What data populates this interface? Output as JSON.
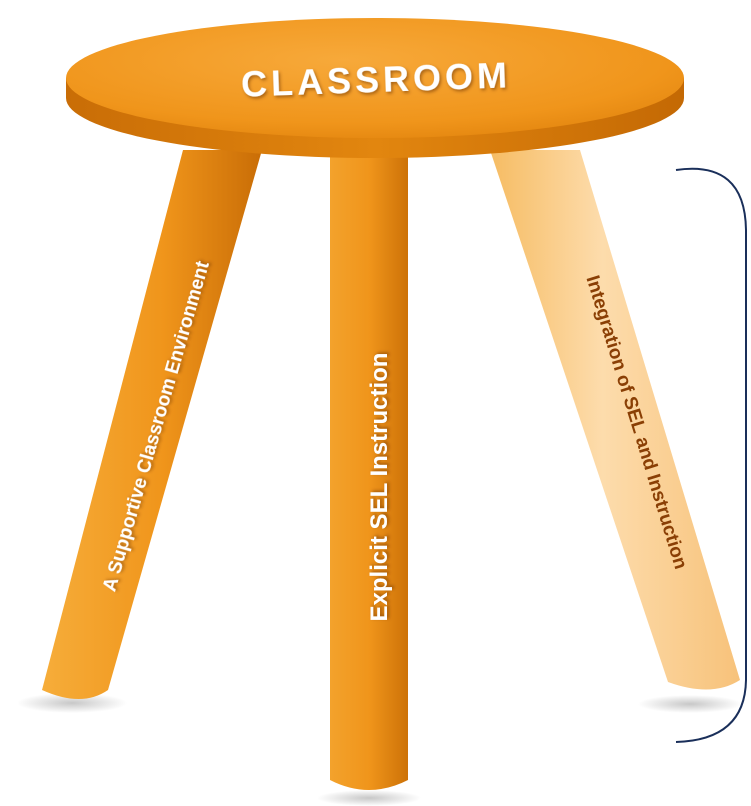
{
  "diagram": {
    "seat_label": "CLASSROOM",
    "legs": [
      {
        "label": "A Supportive Classroom Environment"
      },
      {
        "label": "Explicit SEL Instruction"
      },
      {
        "label": "Integration of SEL and Instruction"
      }
    ]
  },
  "colors": {
    "seat": "#f09a1c",
    "seat_edge": "#d27808",
    "leg": "#f39b1f",
    "leg_shadow": "#cf7306",
    "leg_highlight_light": "#fde3b5",
    "label_dark": "#8a3f05",
    "bracket": "#1a2f5a"
  }
}
